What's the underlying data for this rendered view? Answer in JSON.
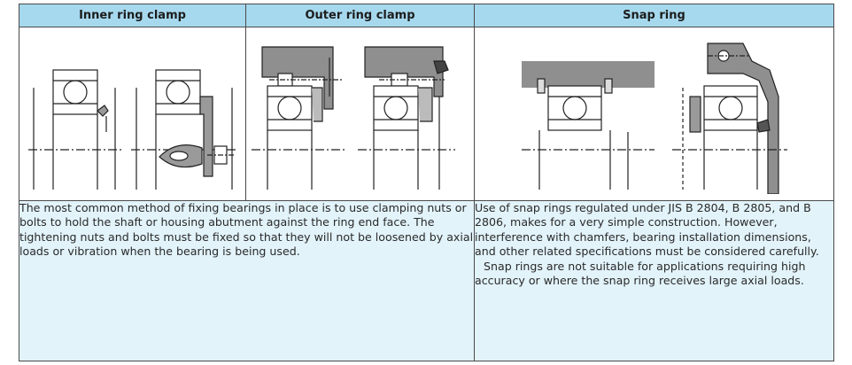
{
  "header": {
    "inner_ring_clamp": "Inner ring clamp",
    "outer_ring_clamp": "Outer ring clamp",
    "snap_ring": "Snap ring"
  },
  "body": {
    "clamp_description": "The most common method of fixing bearings in place is to use clamping nuts or bolts to hold the shaft or housing abutment against the ring end face. The tightening nuts and bolts must be fixed so that they will not be loosened by axial loads or vibration when the bearing is being used.",
    "snap_ring_description_1": "Use of snap rings regulated under JIS B 2804, B 2805, and B 2806, makes for a very simple construction. However, interference with chamfers, bearing installation dimensions, and other related specifications must be considered carefully.",
    "snap_ring_description_2": "Snap rings are not suitable for applications requiring high accuracy or where the snap ring receives large axial loads."
  },
  "colors": {
    "header_bg": "#a6d9ee",
    "text_bg": "#e2f3fa",
    "housing_fill": "#8f8f8f",
    "line": "#222222"
  }
}
